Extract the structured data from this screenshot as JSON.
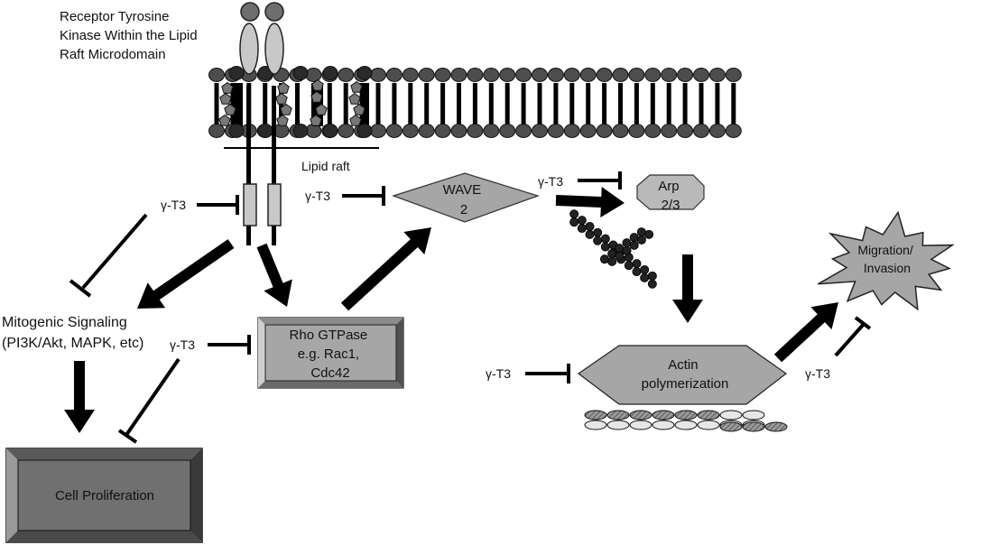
{
  "title_lines": [
    "Receptor Tyrosine",
    "Kinase Within the Lipid",
    "Raft Microdomain"
  ],
  "lipid_raft_label": "Lipid raft",
  "inhibitor_label": "γ-T3",
  "nodes": {
    "wave2": {
      "lines": [
        "WAVE",
        "2"
      ]
    },
    "arp23": {
      "lines": [
        "Arp",
        "2/3"
      ]
    },
    "migration": {
      "lines": [
        "Migration/",
        "Invasion"
      ]
    },
    "mitogenic": {
      "lines": [
        "Mitogenic Signaling",
        "(PI3K/Akt, MAPK, etc)"
      ]
    },
    "rho": {
      "lines": [
        "Rho GTPase",
        "e.g. Rac1,",
        "Cdc42"
      ]
    },
    "actin": {
      "lines": [
        "Actin",
        "polymerization"
      ]
    },
    "proliferation": {
      "lines": [
        "Cell Proliferation"
      ]
    }
  },
  "colors": {
    "lipid_head": "#4d4d4d",
    "raft_head": "#2a2a2a",
    "cholesterol": "#777777",
    "receptor_ectodomain": "#c8c8c8",
    "receptor_head": "#6e6e6e",
    "node_fill": "#a6a6a6",
    "proliferation_fill": "#707070",
    "arrow": "#000000"
  }
}
